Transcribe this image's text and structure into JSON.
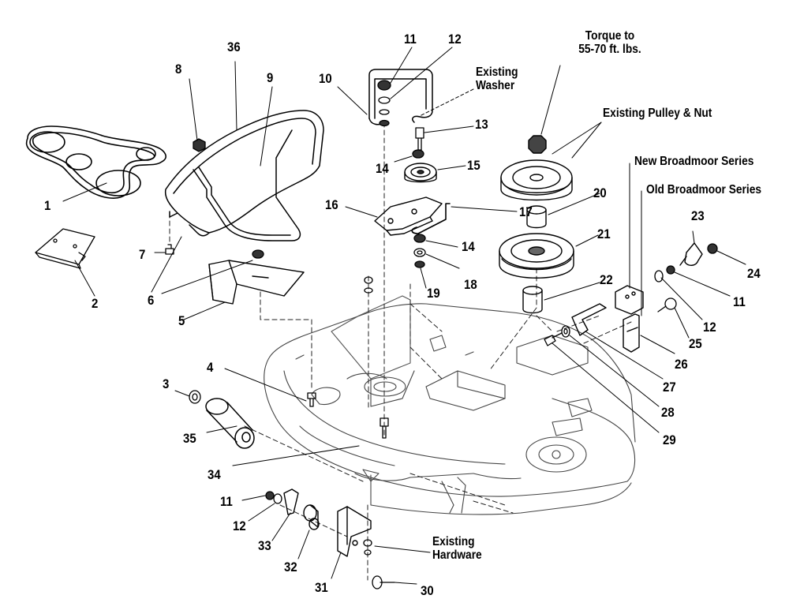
{
  "diagram": {
    "callouts": [
      {
        "id": "c1",
        "text": "1"
      },
      {
        "id": "c2",
        "text": "2"
      },
      {
        "id": "c3",
        "text": "3"
      },
      {
        "id": "c4",
        "text": "4"
      },
      {
        "id": "c5",
        "text": "5"
      },
      {
        "id": "c6",
        "text": "6"
      },
      {
        "id": "c7",
        "text": "7"
      },
      {
        "id": "c8",
        "text": "8"
      },
      {
        "id": "c9",
        "text": "9"
      },
      {
        "id": "c10",
        "text": "10"
      },
      {
        "id": "c11a",
        "text": "11"
      },
      {
        "id": "c12a",
        "text": "12"
      },
      {
        "id": "c13",
        "text": "13"
      },
      {
        "id": "c14a",
        "text": "14"
      },
      {
        "id": "c15",
        "text": "15"
      },
      {
        "id": "c16",
        "text": "16"
      },
      {
        "id": "c17",
        "text": "17"
      },
      {
        "id": "c14b",
        "text": "14"
      },
      {
        "id": "c18",
        "text": "18"
      },
      {
        "id": "c19",
        "text": "19"
      },
      {
        "id": "c20",
        "text": "20"
      },
      {
        "id": "c21",
        "text": "21"
      },
      {
        "id": "c22",
        "text": "22"
      },
      {
        "id": "c23",
        "text": "23"
      },
      {
        "id": "c24",
        "text": "24"
      },
      {
        "id": "c11b",
        "text": "11"
      },
      {
        "id": "c12b",
        "text": "12"
      },
      {
        "id": "c25",
        "text": "25"
      },
      {
        "id": "c26",
        "text": "26"
      },
      {
        "id": "c27",
        "text": "27"
      },
      {
        "id": "c28",
        "text": "28"
      },
      {
        "id": "c29",
        "text": "29"
      },
      {
        "id": "c36",
        "text": "36"
      },
      {
        "id": "c35",
        "text": "35"
      },
      {
        "id": "c34",
        "text": "34"
      },
      {
        "id": "c11c",
        "text": "11"
      },
      {
        "id": "c12c",
        "text": "12"
      },
      {
        "id": "c33",
        "text": "33"
      },
      {
        "id": "c32",
        "text": "32"
      },
      {
        "id": "c31",
        "text": "31"
      },
      {
        "id": "c30",
        "text": "30"
      }
    ],
    "notes": {
      "torque": [
        "Torque to",
        "55-70 ft. lbs."
      ],
      "existing_washer": [
        "Existing",
        "Washer"
      ],
      "existing_pulley": "Existing Pulley & Nut",
      "new_series": "New Broadmoor Series",
      "old_series": "Old Broadmoor Series",
      "existing_hardware": [
        "Existing",
        "Hardware"
      ]
    }
  }
}
